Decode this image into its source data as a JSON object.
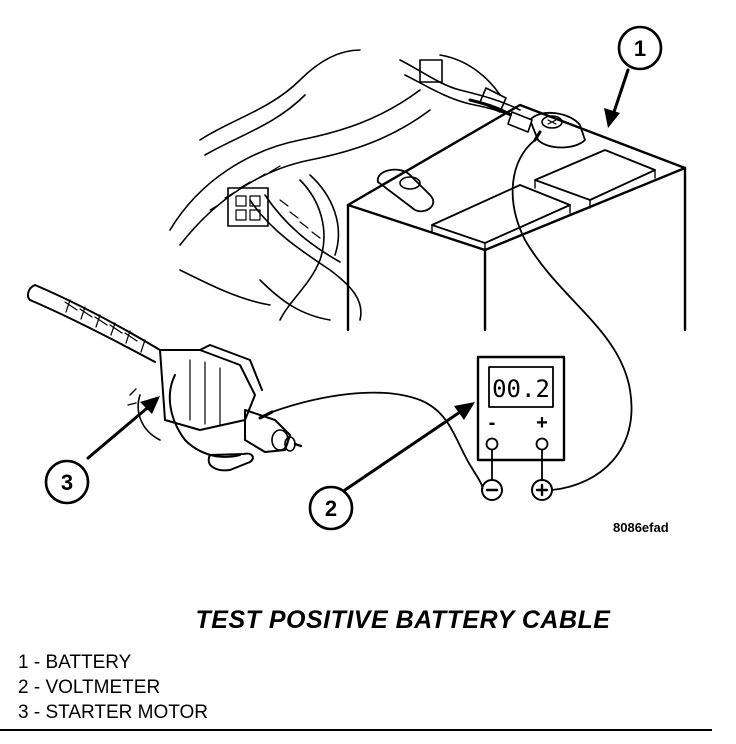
{
  "figure": {
    "title": "TEST POSITIVE BATTERY CABLE",
    "code": "8086efad",
    "voltmeter": {
      "reading": "00.2",
      "neg": "-",
      "pos": "+"
    },
    "callouts": [
      "1",
      "2",
      "3"
    ],
    "legend": [
      "1 - BATTERY",
      "2 - VOLTMETER",
      "3 - STARTER MOTOR"
    ]
  }
}
